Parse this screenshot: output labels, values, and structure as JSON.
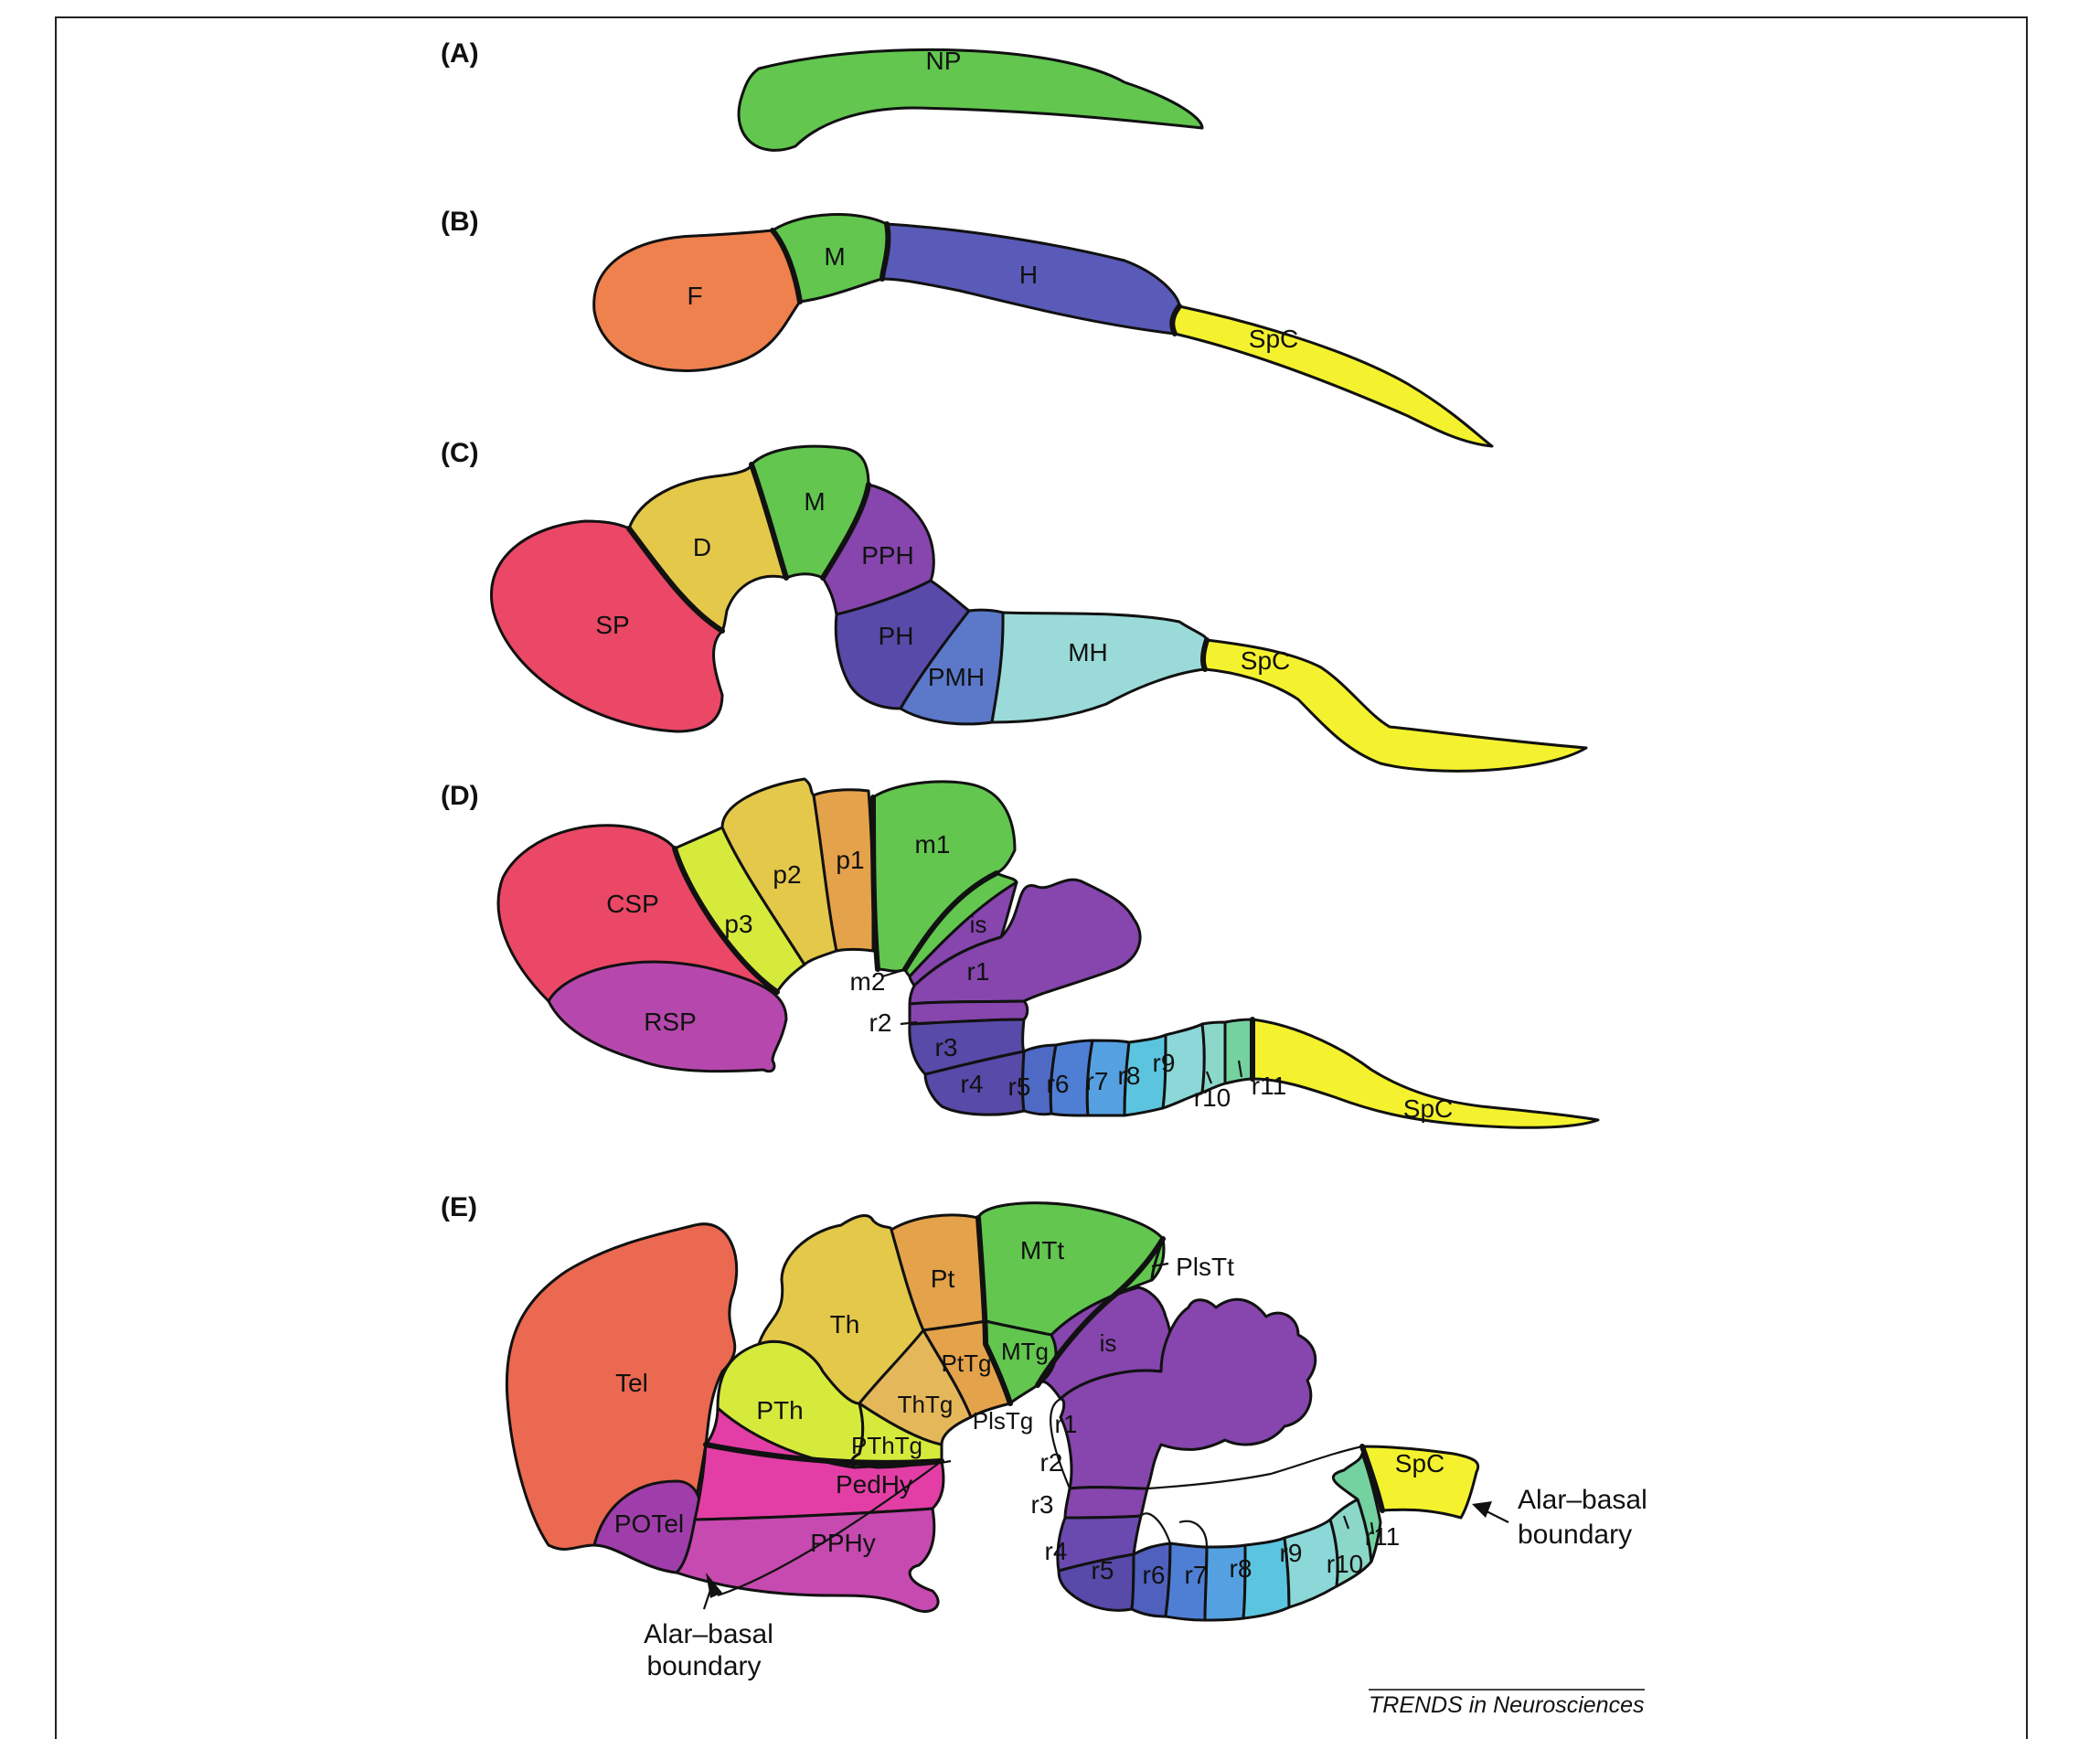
{
  "panels": [
    {
      "id": "A",
      "label": "(A)",
      "regions": {
        "NP": "NP"
      }
    },
    {
      "id": "B",
      "label": "(B)",
      "regions": {
        "F": "F",
        "M": "M",
        "H": "H",
        "SpC": "SpC"
      }
    },
    {
      "id": "C",
      "label": "(C)",
      "regions": {
        "SP": "SP",
        "D": "D",
        "M": "M",
        "PPH": "PPH",
        "PH": "PH",
        "PMH": "PMH",
        "MH": "MH",
        "SpC": "SpC"
      }
    },
    {
      "id": "D",
      "label": "(D)",
      "regions": {
        "CSP": "CSP",
        "RSP": "RSP",
        "p3": "p3",
        "p2": "p2",
        "p1": "p1",
        "m1": "m1",
        "m2": "m2",
        "is": "is",
        "r1": "r1",
        "r2": "r2",
        "r3": "r3",
        "r4": "r4",
        "r5": "r5",
        "r6": "r6",
        "r7": "r7",
        "r8": "r8",
        "r9": "r9",
        "r10": "r10",
        "r11": "r11",
        "SpC": "SpC"
      }
    },
    {
      "id": "E",
      "label": "(E)",
      "regions": {
        "Tel": "Tel",
        "POTel": "POTel",
        "PTh": "PTh",
        "Th": "Th",
        "Pt": "Pt",
        "MTt": "MTt",
        "PlsTt": "PlsTt",
        "MTg": "MTg",
        "PtTg": "PtTg",
        "ThTg": "ThTg",
        "PThTg": "PThTg",
        "PlsTg": "PlsTg",
        "PedHy": "PedHy",
        "PPHy": "PPHy",
        "is": "is",
        "r1": "r1",
        "r2": "r2",
        "r3": "r3",
        "r4": "r4",
        "r5": "r5",
        "r6": "r6",
        "r7": "r7",
        "r8": "r8",
        "r9": "r9",
        "r10": "r10",
        "r11": "r11",
        "SpC": "SpC"
      }
    }
  ],
  "annotations": {
    "alar_basal_1_line1": "Alar–basal",
    "alar_basal_1_line2": "boundary",
    "alar_basal_2_line1": "Alar–basal",
    "alar_basal_2_line2": "boundary"
  },
  "credit": "TRENDS in Neurosciences",
  "colors": {
    "green": "#62c64f",
    "orange": "#ee814e",
    "blue": "#5a5ab8",
    "yellow": "#f4f22e",
    "red": "#ea4866",
    "ochre": "#e4c84a",
    "purple": "#8646ad",
    "indigo": "#574aa8",
    "cornflower": "#5b78c9",
    "cyan_light": "#9adad8",
    "magenta": "#b648ad",
    "lime": "#d6ea3c",
    "tel_red": "#ea6950",
    "pink": "#e33ea5",
    "amber": "#e4a24a"
  }
}
